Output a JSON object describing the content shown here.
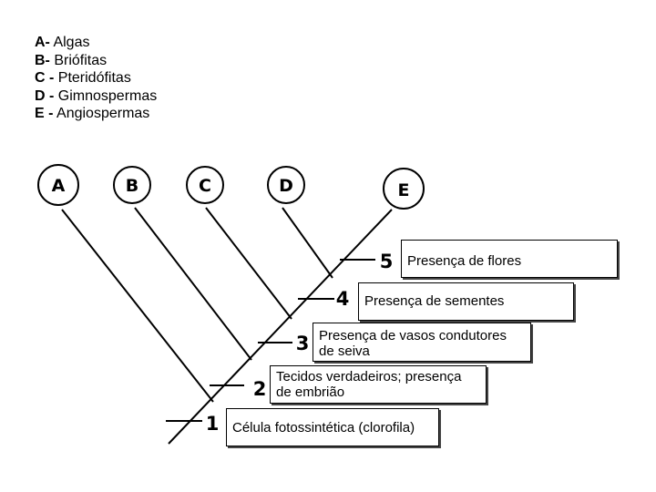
{
  "legend": [
    {
      "letter": "A-",
      "text": " Algas"
    },
    {
      "letter": "B-",
      "text": " Briófitas"
    },
    {
      "letter": "C -",
      "text": " Pteridófitas"
    },
    {
      "letter": "D -",
      "text": " Gimnospermas"
    },
    {
      "letter": "E -",
      "text": " Angiospermas"
    }
  ],
  "taxa": [
    "A",
    "B",
    "C",
    "D",
    "E"
  ],
  "characters": [
    {
      "number": "1",
      "text": "Célula fotossintética (clorofila)"
    },
    {
      "number": "2",
      "text": "Tecidos verdadeiros; presença de embrião"
    },
    {
      "number": "3",
      "text": "Presença de vasos condutores de seiva"
    },
    {
      "number": "4",
      "text": "Presença de sementes"
    },
    {
      "number": "5",
      "text": "Presença de flores"
    }
  ]
}
